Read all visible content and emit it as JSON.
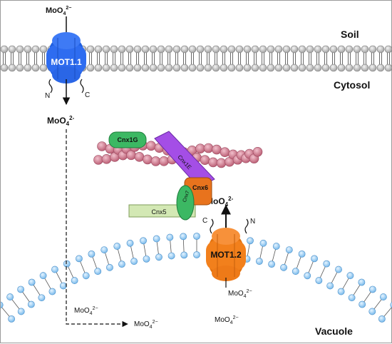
{
  "compartments": {
    "soil": "Soil",
    "cytosol": "Cytosol",
    "vacuole": "Vacuole"
  },
  "transporters": {
    "plasma_membrane": {
      "name": "MOT1.1",
      "n_terminus": "N",
      "c_terminus": "C",
      "color": "#2e6cf0"
    },
    "tonoplast": {
      "name": "MOT1.2",
      "n_terminus": "N",
      "c_terminus": "C",
      "color": "#f2801c"
    }
  },
  "molybdate": {
    "base": "MoO",
    "subscript": "4",
    "charge_soil": "2−",
    "charge_cytosol": "2-",
    "charge_vacuole": "2−"
  },
  "complex": {
    "cnx1g": "Cnx1G",
    "cnx1e": "Cnx1E",
    "cnx6": "Cnx6",
    "cnx7": "Cnx7",
    "cnx5": "Cnx5",
    "colors": {
      "cnx1g": "#3cb863",
      "cnx1e": "#a44ee6",
      "cnx6": "#e8731d",
      "cnx7": "#3cb863",
      "cnx5": "#d3e8b4",
      "filament": "#d27e94"
    }
  },
  "membrane_colors": {
    "head": "#cacaca",
    "tonoplast_head": "#a8d3f4"
  }
}
